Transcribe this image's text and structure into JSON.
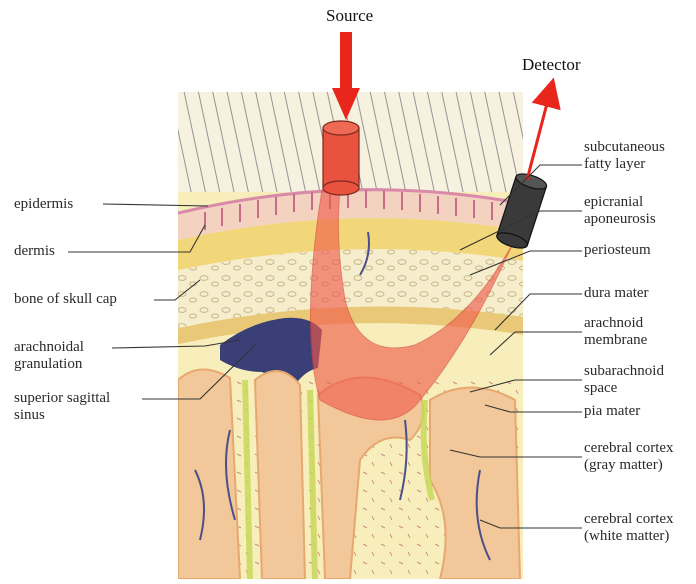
{
  "top_labels": {
    "source": "Source",
    "detector": "Detector"
  },
  "left_labels": [
    {
      "id": "epidermis",
      "line1": "epidermis",
      "line2": ""
    },
    {
      "id": "dermis",
      "line1": "dermis",
      "line2": ""
    },
    {
      "id": "bone-of-skull-cap",
      "line1": "bone of skull cap",
      "line2": ""
    },
    {
      "id": "arachnoidal-granulation",
      "line1": "arachnoidal",
      "line2": "granulation"
    },
    {
      "id": "superior-sagittal-sinus",
      "line1": "superior sagittal",
      "line2": "sinus"
    }
  ],
  "right_labels": [
    {
      "id": "subcutaneous-fatty-layer",
      "line1": "subcutaneous",
      "line2": "fatty layer"
    },
    {
      "id": "epicranial-aponeurosis",
      "line1": "epicranial",
      "line2": "aponeurosis"
    },
    {
      "id": "periosteum",
      "line1": "periosteum",
      "line2": ""
    },
    {
      "id": "dura-mater",
      "line1": "dura mater",
      "line2": ""
    },
    {
      "id": "arachnoid-membrane",
      "line1": "arachnoid",
      "line2": "membrane"
    },
    {
      "id": "subarachnoid-space",
      "line1": "subarachnoid",
      "line2": "space"
    },
    {
      "id": "pia-mater",
      "line1": "pia mater",
      "line2": ""
    },
    {
      "id": "cerebral-cortex-gray",
      "line1": "cerebral cortex",
      "line2": "(gray matter)"
    },
    {
      "id": "cerebral-cortex-white",
      "line1": "cerebral cortex",
      "line2": "(white matter)"
    }
  ],
  "colors": {
    "arrow": "#e8261b",
    "source_probe": "#e8523f",
    "detector_probe": "#3a3a3a",
    "light_path": "#f05a4a",
    "skin": "#f3d2bf",
    "bone": "#f6edcc",
    "gray_matter": "#f2c79a",
    "white_matter": "#f7eebc",
    "sinus": "#3b3f78"
  }
}
